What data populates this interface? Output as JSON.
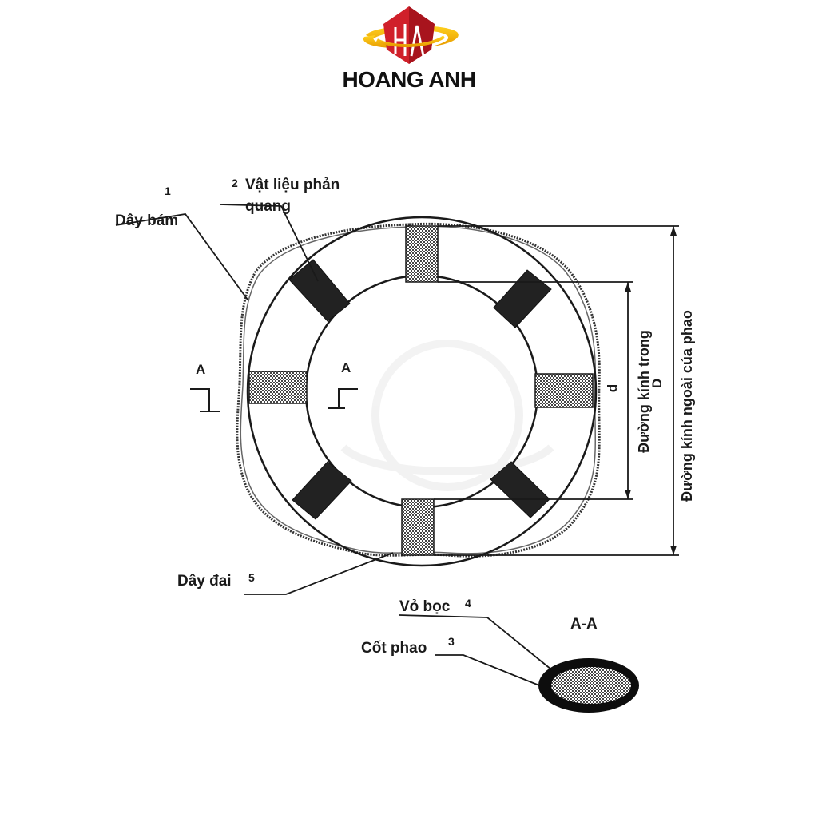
{
  "brand": {
    "name": "HOANG ANH"
  },
  "diagram": {
    "labels": {
      "grab_line_num": "1",
      "grab_line": "Dây bám",
      "reflective_num": "2",
      "reflective_line1": "Vật liệu phản",
      "reflective_line2": "quang",
      "section_left": "A",
      "section_right": "A",
      "strap": "Dây đai",
      "strap_num": "5",
      "cover": "Vỏ bọc",
      "cover_num": "4",
      "core": "Cốt phao",
      "core_num": "3",
      "section_title": "A-A",
      "inner_dim_letter": "d",
      "inner_dim_text": "Đường kính trong",
      "outer_dim_letter": "D",
      "outer_dim_text": "Đường kính ngoài của phao"
    }
  },
  "colors": {
    "brand_gold": "#f2b300",
    "brand_red": "#d0202a",
    "line": "#1a1a1a"
  }
}
